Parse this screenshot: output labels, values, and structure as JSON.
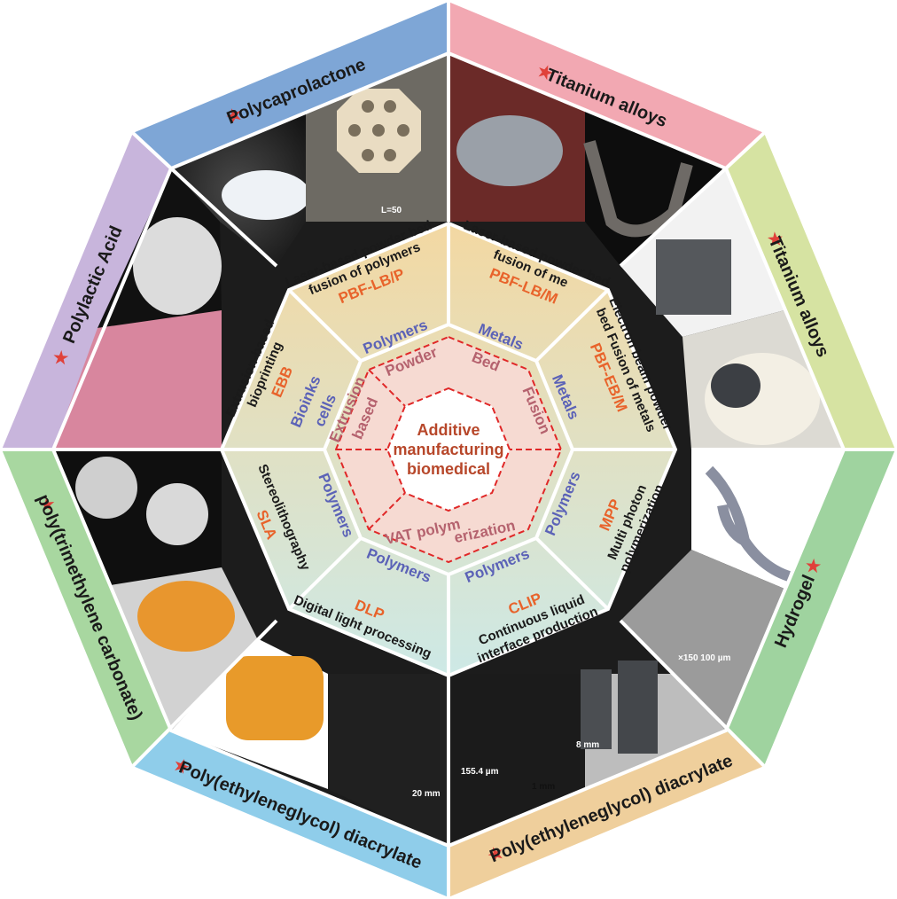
{
  "center": {
    "line1": "Additive",
    "line2": "manufacturing",
    "line3": "biomedical"
  },
  "process_ring": {
    "powder": "Powder",
    "bed": "Bed",
    "fusion": "Fusion",
    "vat_a": "VAT polym",
    "vat_b": "erization",
    "extrusion_a": "Extrusion",
    "extrusion_b": "based"
  },
  "materials": {
    "pbf_lbp": "Polymers",
    "pbf_lbm": "Metals",
    "pbf_ebm": "Metals",
    "mpp": "Polymers",
    "clip": "Polymers",
    "dlp": "Polymers",
    "sla": "Polymers",
    "ebb_a": "Bioinks",
    "ebb_b": "cells"
  },
  "technologies": {
    "pbf_lbp": {
      "name1": "Laser-based powder bed",
      "name2": "fusion of polymers",
      "abbr": "PBF-LB/P"
    },
    "pbf_lbm": {
      "name1": "Laser-based powder bed",
      "name2": "fusion of me",
      "abbr": "PBF-LB/M"
    },
    "pbf_ebm": {
      "name1": "Electron beam powder",
      "name2": "bed Fusion of metals",
      "abbr": "PBF-EB/M"
    },
    "mpp": {
      "name1": "Multi photon",
      "name2": "polymerization",
      "abbr": "MPP"
    },
    "clip": {
      "name1": "Continuous liquid",
      "name2": "interface production",
      "abbr": "CLIP"
    },
    "dlp": {
      "name1": "Digital light processing",
      "abbr": "DLP"
    },
    "sla": {
      "name1": "Stereolithography",
      "abbr": "SLA"
    },
    "ebb": {
      "name1": "Extrusion-based",
      "name2": "bioprinting",
      "abbr": "EBB"
    }
  },
  "outer_labels": {
    "top_left": "Polycaprolactone",
    "top_right": "Titanium alloys",
    "right_top": "Titanium alloys",
    "right_bottom": "Hydrogel",
    "bottom_right": "Poly(ethyleneglycol) diacrylate",
    "bottom_left": "Poly(ethyleneglycol) diacrylate",
    "left_bottom": "poly(trimethylene carbonate)",
    "left_top": "Polylactic Acid"
  },
  "photo_labels": {
    "pcl_scale": "L=50",
    "hydrogel_scale": "×150  100 µm",
    "pegda_scale_a": "8 mm",
    "pegda_scale_b": "1 mm",
    "pegda_strut": "155.4 µm",
    "dlp_scale": "20 mm"
  },
  "colors": {
    "top_left": "#7ea6d6",
    "top_right": "#f2a8b2",
    "right_top": "#d6e3a2",
    "right_bottom": "#9fd39f",
    "bottom_right": "#efcf9c",
    "bottom_left": "#8fcdea",
    "left_bottom": "#a8d7a0",
    "left_top": "#c8b5dc",
    "star": "#e0413a",
    "inner_top": "#f3d9a6",
    "inner_bottom": "#cfe8e4"
  }
}
